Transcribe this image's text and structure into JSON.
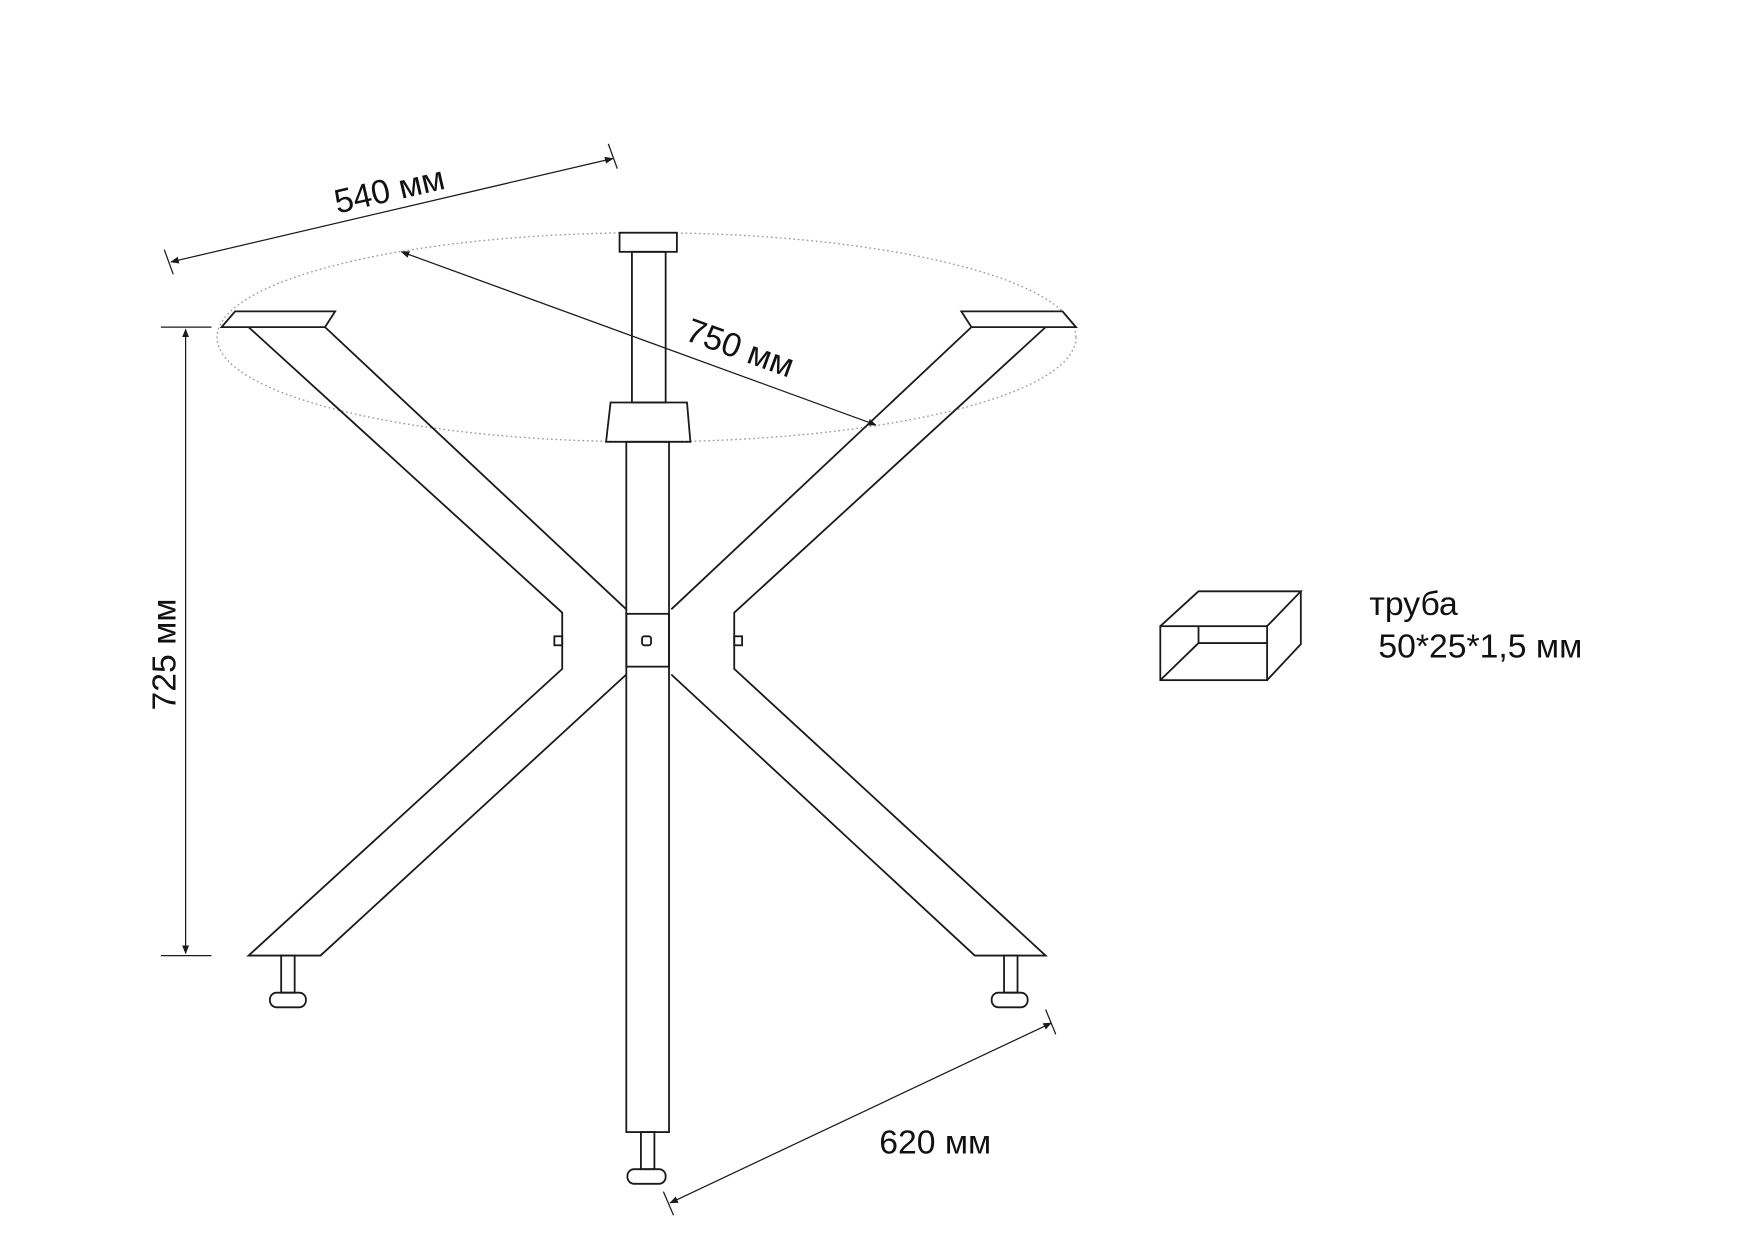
{
  "dimensions": {
    "width_label": "540 мм",
    "diameter_label": "750 мм",
    "height_label": "725 мм",
    "base_label": "620 мм"
  },
  "legend": {
    "material_label": "труба",
    "profile_label": "50*25*1,5 мм",
    "icon": "rectangular-tube-icon"
  },
  "colors": {
    "line": "#1a1a1a",
    "tabletop_outline": "#9a9a9a"
  }
}
